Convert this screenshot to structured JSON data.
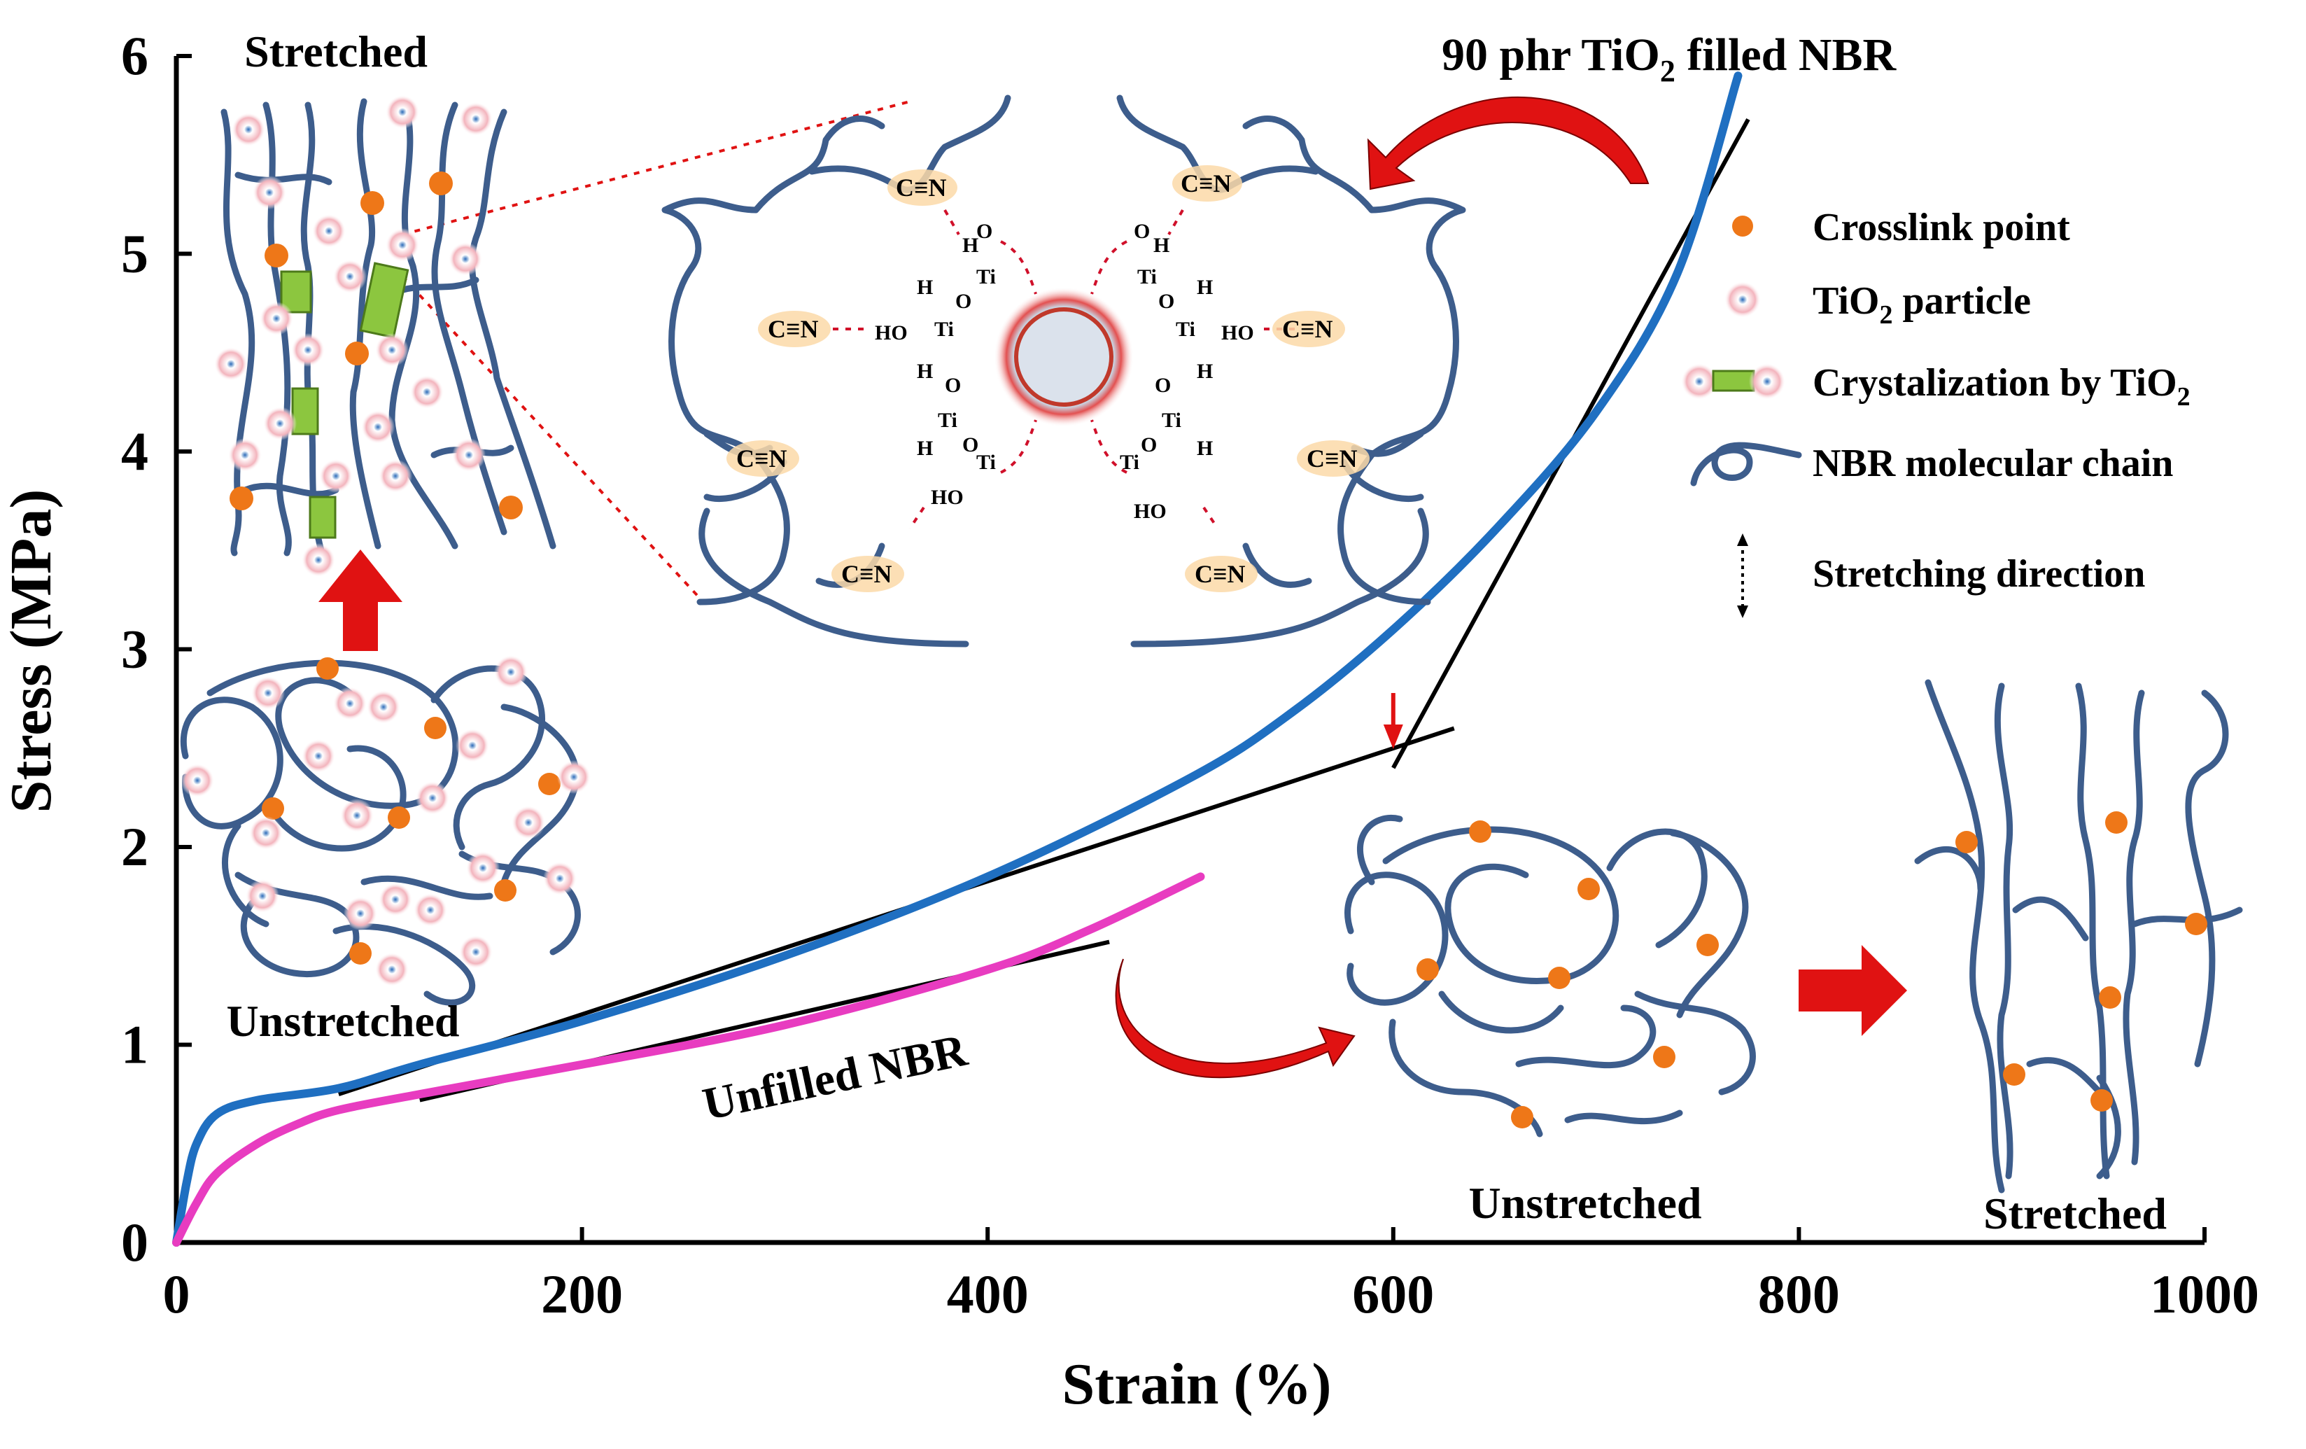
{
  "chart_data": {
    "type": "line",
    "xlabel": "Strain (%)",
    "ylabel": "Stress (MPa)",
    "xlim": [
      0,
      1000
    ],
    "ylim": [
      0,
      6
    ],
    "x_ticks": [
      "0",
      "200",
      "400",
      "600",
      "800",
      "1000"
    ],
    "y_ticks": [
      "0",
      "1",
      "2",
      "3",
      "4",
      "5",
      "6"
    ],
    "grid": false,
    "series": [
      {
        "name": "90 phr TiO2 filled NBR",
        "color": "#1f6fc1",
        "points": [
          [
            0,
            0
          ],
          [
            5,
            0.3
          ],
          [
            10,
            0.5
          ],
          [
            20,
            0.65
          ],
          [
            40,
            0.72
          ],
          [
            80,
            0.78
          ],
          [
            120,
            0.9
          ],
          [
            200,
            1.12
          ],
          [
            300,
            1.45
          ],
          [
            400,
            1.85
          ],
          [
            500,
            2.35
          ],
          [
            550,
            2.68
          ],
          [
            600,
            3.1
          ],
          [
            650,
            3.6
          ],
          [
            700,
            4.2
          ],
          [
            740,
            4.9
          ],
          [
            770,
            5.9
          ]
        ]
      },
      {
        "name": "Unfilled NBR",
        "color": "#e83cc0",
        "points": [
          [
            0,
            0
          ],
          [
            10,
            0.2
          ],
          [
            20,
            0.35
          ],
          [
            40,
            0.5
          ],
          [
            60,
            0.6
          ],
          [
            80,
            0.67
          ],
          [
            120,
            0.75
          ],
          [
            200,
            0.9
          ],
          [
            300,
            1.1
          ],
          [
            400,
            1.38
          ],
          [
            450,
            1.58
          ],
          [
            505,
            1.85
          ]
        ]
      }
    ],
    "tangent_lines": [
      [
        [
          80,
          0.75
        ],
        [
          630,
          2.6
        ]
      ],
      [
        [
          120,
          0.72
        ],
        [
          460,
          1.52
        ]
      ],
      [
        [
          600,
          2.4
        ],
        [
          775,
          5.68
        ]
      ]
    ],
    "annotations": {
      "filled_label": "90 phr TiO",
      "filled_label_sub": "2",
      "filled_label_rest": " filled NBR",
      "unfilled_label": "Unfilled NBR",
      "onset_arrow_strain": 600
    },
    "legend": {
      "placement": "top-right",
      "items": [
        {
          "label": "Crosslink point"
        },
        {
          "label": "TiO",
          "sub": "2",
          "rest": " particle"
        },
        {
          "label": "Crystalization by TiO",
          "sub": "2",
          "rest": ""
        },
        {
          "label": "NBR molecular chain"
        },
        {
          "label": "Stretching direction"
        }
      ]
    }
  },
  "schematics": {
    "top_left_label": "Stretched",
    "mid_left_label": "Unstretched",
    "right_unstretched_label": "Unstretched",
    "right_stretched_label": "Stretched"
  },
  "molecule": {
    "cn": "C≡N",
    "ho": "HO",
    "h": "H",
    "o": "O",
    "ti": "Ti"
  },
  "colors": {
    "filled": "#1f6fc1",
    "unfilled": "#e83cc0",
    "chain": "#3d5d8c",
    "crosslink": "#ee7718",
    "arrow": "#e01212",
    "crystal": "#8cc63f"
  }
}
